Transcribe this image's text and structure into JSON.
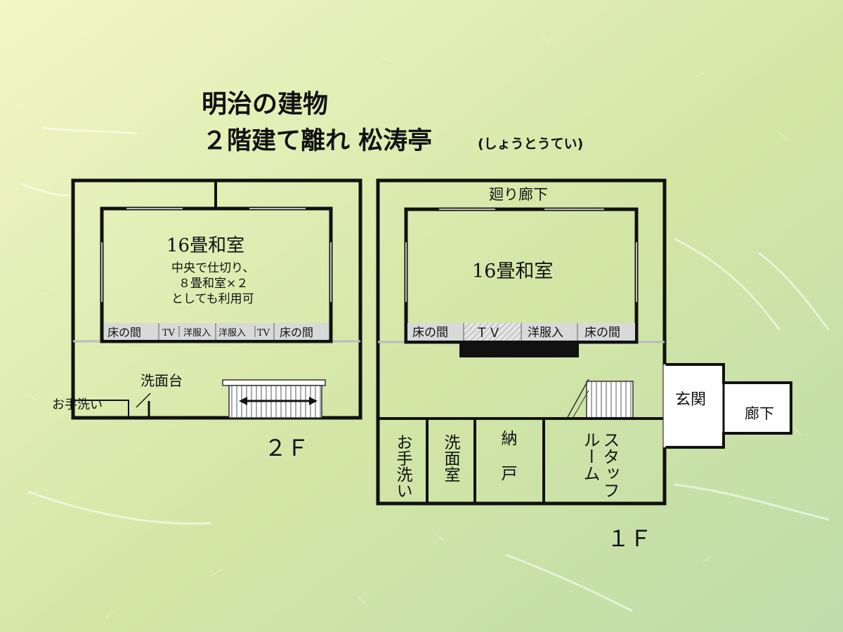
{
  "title": {
    "line1": "明治の建物",
    "line2": "２階建て離れ 松涛亭",
    "reading": "(しょうとうてい)"
  },
  "floor2": {
    "label": "２Ｆ",
    "room_name": "16畳和室",
    "room_note": [
      "中央で仕切り、",
      "８畳和室×２",
      "としても利用可"
    ],
    "strip": [
      "床の間",
      "TV",
      "洋服入",
      "洋服入",
      "TV",
      "床の間"
    ],
    "washbasin": "洗面台",
    "toilet": "お手洗い"
  },
  "floor1": {
    "label": "１Ｆ",
    "corridor_top": "廻り廊下",
    "room_name": "16畳和室",
    "strip": [
      "床の間",
      "ＴＶ",
      "洋服入",
      "床の間"
    ],
    "entrance": "玄関",
    "hallway": "廊下",
    "toilet": "お手洗い",
    "washroom": "洗面室",
    "storage": "納戸",
    "staff_room": "スタッフルーム"
  },
  "colors": {
    "background_light": "#f3f6c6",
    "background_mid": "#d3e6a6",
    "background_dark": "#bfdcaa",
    "wall": "#111111",
    "plan_fill": "#ffffff",
    "strip_fill": "#d9d9d9"
  }
}
